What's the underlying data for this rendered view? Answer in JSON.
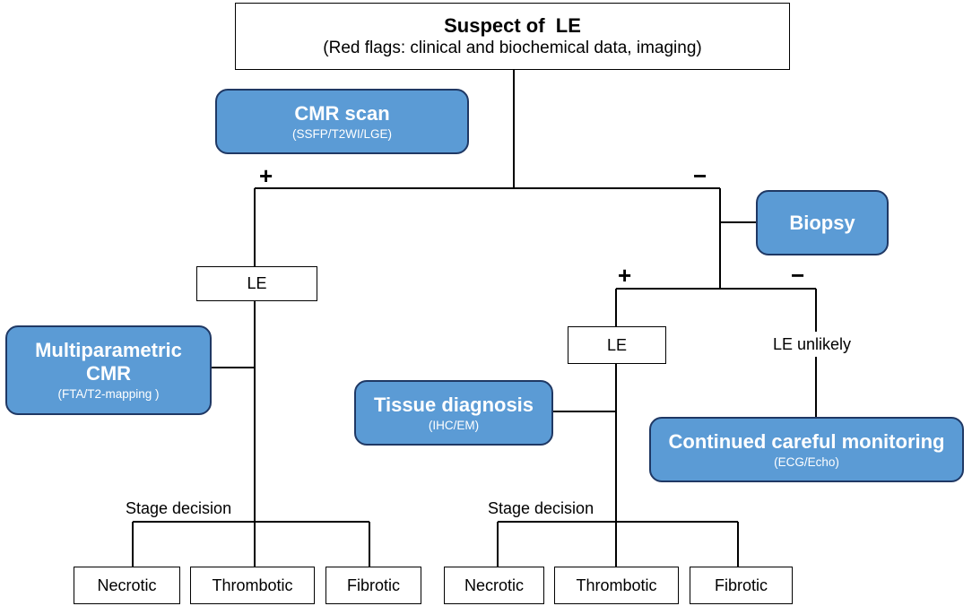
{
  "top": {
    "title": "Suspect of  LE",
    "subtitle": "(Red flags: clinical and biochemical data, imaging)"
  },
  "cmr_scan": {
    "title": "CMR scan",
    "sub": "(SSFP/T2WI/LGE)"
  },
  "biopsy": {
    "title": "Biopsy"
  },
  "multiparametric": {
    "line1": "Multiparametric",
    "line2": "CMR",
    "sub": "(FTA/T2-mapping )"
  },
  "tissue_diagnosis": {
    "title": "Tissue diagnosis",
    "sub": "(IHC/EM)"
  },
  "monitoring": {
    "title": "Continued careful monitoring",
    "sub": "(ECG/Echo)"
  },
  "le_box_left": "LE",
  "le_box_right": "LE",
  "le_unlikely": "LE unlikely",
  "signs": {
    "plus": "+",
    "minus": "−"
  },
  "stage_decision": "Stage decision",
  "outcomes": [
    "Necrotic",
    "Thrombotic",
    "Fibrotic"
  ],
  "colors": {
    "node_fill": "#5b9bd5",
    "node_border": "#1f3864",
    "line": "#000000"
  }
}
